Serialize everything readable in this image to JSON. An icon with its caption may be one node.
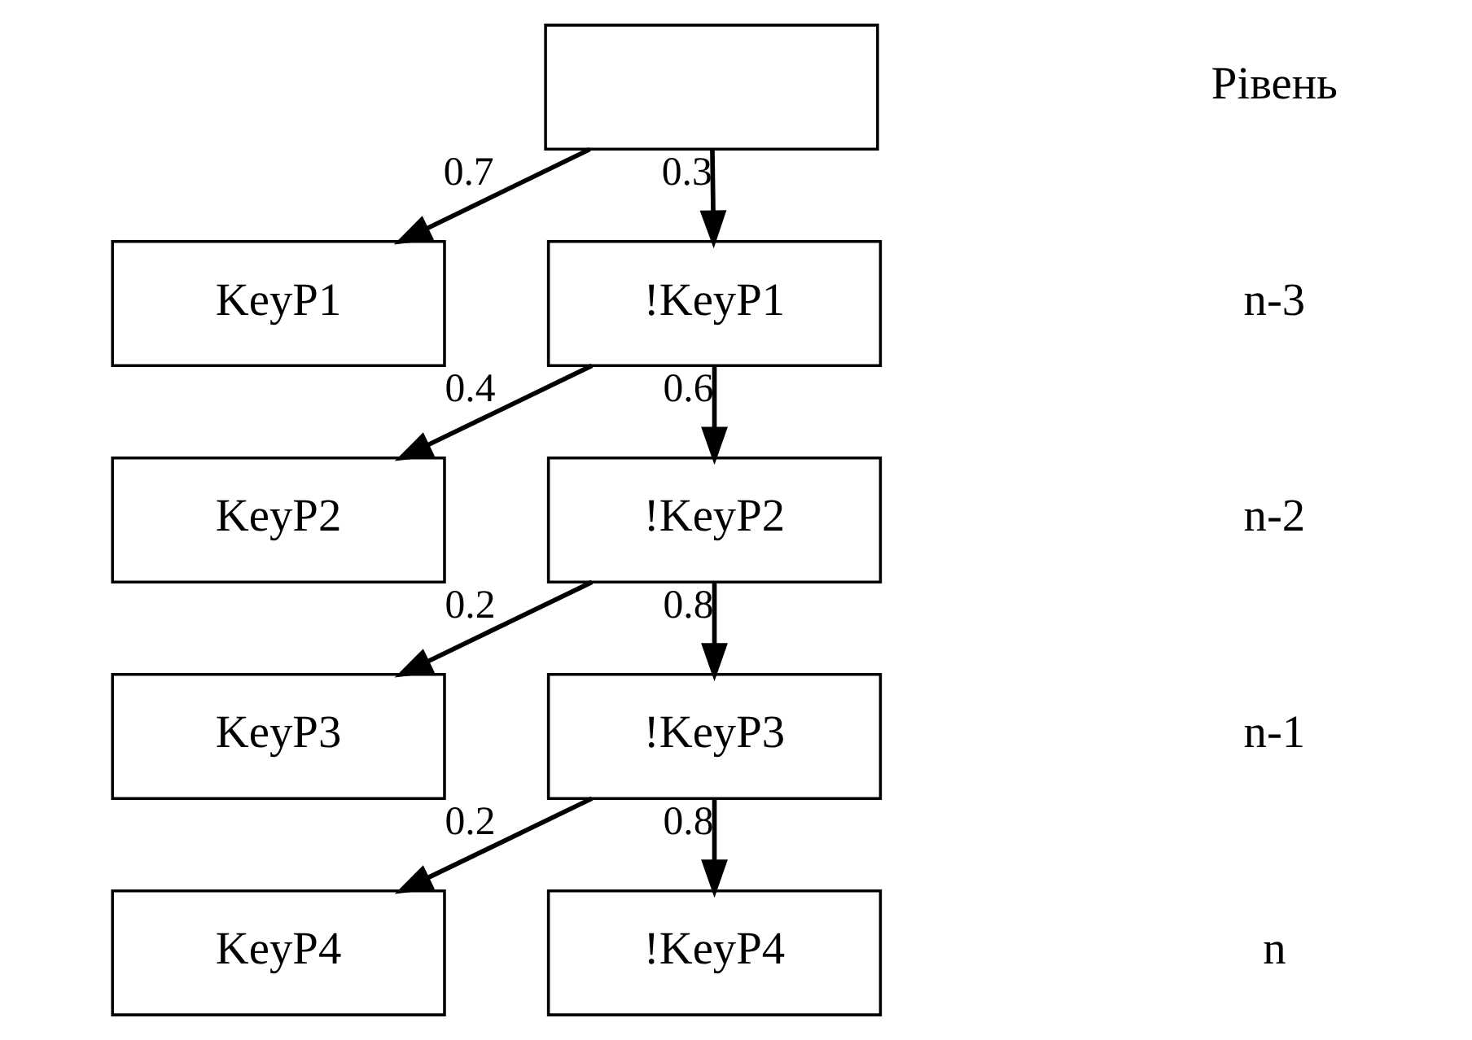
{
  "diagram": {
    "nodes": [
      {
        "text": [],
        "shape": "box"
      },
      {
        "text": [
          "KeyP1"
        ]
      },
      {
        "text": [
          "!KeyP1"
        ]
      },
      {
        "text": [
          "KeyP2"
        ]
      },
      {
        "text": [
          "!KeyP2"
        ]
      },
      {
        "text": [
          "KeyP3"
        ]
      },
      {
        "text": [
          "!KeyP3"
        ]
      },
      {
        "text": [
          "KeyP4"
        ]
      },
      {
        "text": [
          "!KeyP4"
        ]
      }
    ],
    "edges": [
      {
        "from": 0,
        "to": 1,
        "arrow": "to",
        "label": "0.7"
      },
      {
        "from": 0,
        "to": 2,
        "arrow": "to",
        "label": "0.3"
      },
      {
        "from": 2,
        "to": 3,
        "arrow": "to",
        "label": "0.4"
      },
      {
        "from": 2,
        "to": 4,
        "arrow": "to",
        "label": "0.6"
      },
      {
        "from": 4,
        "to": 5,
        "arrow": "to",
        "label": "0.2"
      },
      {
        "from": 4,
        "to": 6,
        "arrow": "to",
        "label": "0.8"
      },
      {
        "from": 6,
        "to": 7,
        "arrow": "to",
        "label": "0.2"
      },
      {
        "from": 6,
        "to": 8,
        "arrow": "to",
        "label": "0.8"
      }
    ],
    "labels": [
      "Рівень",
      "n-3",
      "n-2",
      "n-1",
      "n"
    ]
  }
}
